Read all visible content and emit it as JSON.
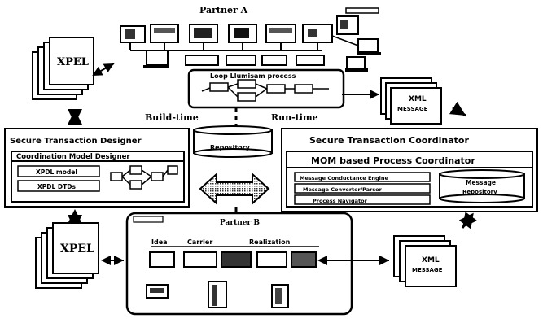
{
  "partner_a": {
    "title": "Partner A",
    "top_right_label": ""
  },
  "loop_label": "Loop Llumisam process",
  "build_time": "Build-time",
  "run_time": "Run-time",
  "xpel_label": "XPEL",
  "xml_message": {
    "line1": "XML",
    "line2": "MESSAGE"
  },
  "repository": {
    "line1": "",
    "line2": "Repository"
  },
  "designer": {
    "title": "Secure Transaction Designer",
    "subtitle": "Coordination Model Designer",
    "items": [
      "XPDL model",
      "XPDL DTDs"
    ]
  },
  "coordinator": {
    "title": "Secure Transaction Coordinator",
    "subtitle": "MOM based Process Coordinator",
    "items": [
      "Message Conductance Engine",
      "Message Converter/Parser",
      "Process Navigator"
    ],
    "store": {
      "line1": "Message",
      "line2": "Repository"
    }
  },
  "partner_b": {
    "title": "Partner B",
    "tag": "",
    "steps": [
      "Idea",
      "Carrier",
      "Realization"
    ]
  },
  "colors": {
    "ink": "#000000",
    "paper": "#ffffff",
    "fill": "#5a5a5a"
  }
}
